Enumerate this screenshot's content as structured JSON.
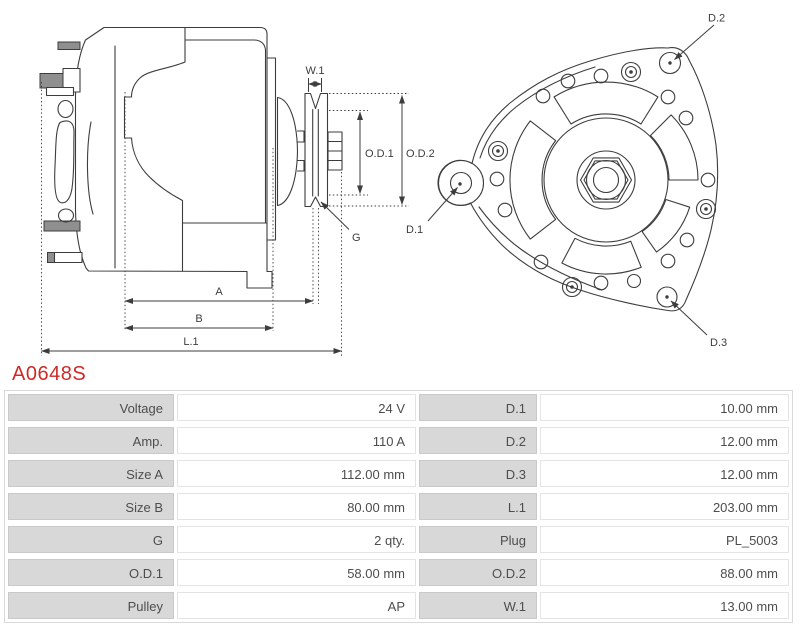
{
  "part": {
    "code": "A0648S"
  },
  "colors": {
    "part_code_red": "#cf2a27",
    "line": "#3d3d3d",
    "label_cell_bg": "#d8d8d8",
    "label_cell_border": "#c9c9c9",
    "value_cell_border": "#e4e4e4",
    "table_text": "#4d4d4d",
    "metal_fill": "#8f8f8f"
  },
  "diagram": {
    "side_view_labels": {
      "w1": "W.1",
      "od1": "O.D.1",
      "od2": "O.D.2",
      "g": "G",
      "a": "A",
      "b": "B",
      "l1": "L.1"
    },
    "front_view_labels": {
      "d1": "D.1",
      "d2": "D.2",
      "d3": "D.3"
    }
  },
  "table": {
    "rows": [
      [
        "Voltage",
        "24 V",
        "D.1",
        "10.00 mm"
      ],
      [
        "Amp.",
        "110 A",
        "D.2",
        "12.00 mm"
      ],
      [
        "Size A",
        "112.00 mm",
        "D.3",
        "12.00 mm"
      ],
      [
        "Size B",
        "80.00 mm",
        "L.1",
        "203.00 mm"
      ],
      [
        "G",
        "2 qty.",
        "Plug",
        "PL_5003"
      ],
      [
        "O.D.1",
        "58.00 mm",
        "O.D.2",
        "88.00 mm"
      ],
      [
        "Pulley",
        "AP",
        "W.1",
        "13.00 mm"
      ]
    ]
  }
}
